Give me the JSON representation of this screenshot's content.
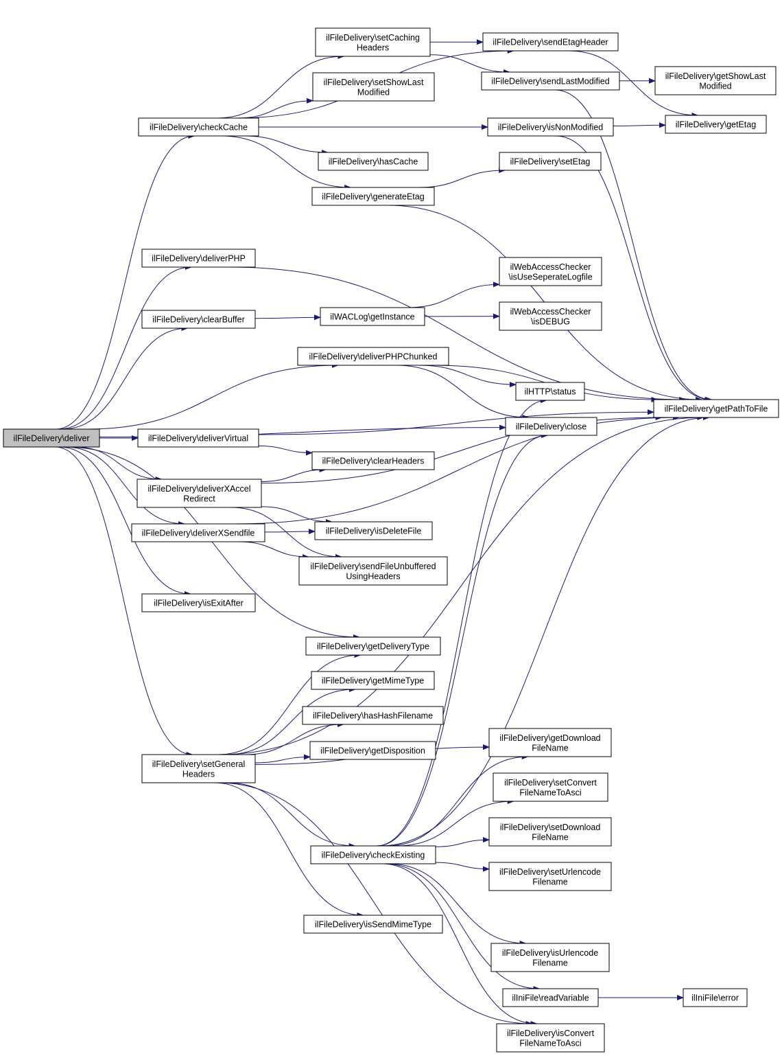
{
  "nodes": [
    {
      "id": "deliver",
      "lines": [
        "ilFileDelivery\\deliver"
      ],
      "root": true
    },
    {
      "id": "checkCache",
      "lines": [
        "ilFileDelivery\\checkCache"
      ]
    },
    {
      "id": "deliverPHP",
      "lines": [
        "ilFileDelivery\\deliverPHP"
      ]
    },
    {
      "id": "clearBuffer",
      "lines": [
        "ilFileDelivery\\clearBuffer"
      ]
    },
    {
      "id": "deliverVirtual",
      "lines": [
        "ilFileDelivery\\deliverVirtual"
      ]
    },
    {
      "id": "deliverXAccel",
      "lines": [
        "ilFileDelivery\\deliverXAccel",
        "Redirect"
      ]
    },
    {
      "id": "deliverXSendfile",
      "lines": [
        "ilFileDelivery\\deliverXSendfile"
      ]
    },
    {
      "id": "isExitAfter",
      "lines": [
        "ilFileDelivery\\isExitAfter"
      ]
    },
    {
      "id": "setGeneralHeaders",
      "lines": [
        "ilFileDelivery\\setGeneral",
        "Headers"
      ]
    },
    {
      "id": "setCachingHeaders",
      "lines": [
        "ilFileDelivery\\setCaching",
        "Headers"
      ]
    },
    {
      "id": "setShowLastModified",
      "lines": [
        "ilFileDelivery\\setShowLast",
        "Modified"
      ]
    },
    {
      "id": "hasCache",
      "lines": [
        "ilFileDelivery\\hasCache"
      ]
    },
    {
      "id": "generateEtag",
      "lines": [
        "ilFileDelivery\\generateEtag"
      ]
    },
    {
      "id": "getInstance",
      "lines": [
        "ilWACLog\\getInstance"
      ]
    },
    {
      "id": "deliverPHPChunked",
      "lines": [
        "ilFileDelivery\\deliverPHPChunked"
      ]
    },
    {
      "id": "clearHeaders",
      "lines": [
        "ilFileDelivery\\clearHeaders"
      ]
    },
    {
      "id": "isDeleteFile",
      "lines": [
        "ilFileDelivery\\isDeleteFile"
      ]
    },
    {
      "id": "sendFileUnbuffered",
      "lines": [
        "ilFileDelivery\\sendFileUnbuffered",
        "UsingHeaders"
      ]
    },
    {
      "id": "getDeliveryType",
      "lines": [
        "ilFileDelivery\\getDeliveryType"
      ]
    },
    {
      "id": "getMimeType",
      "lines": [
        "ilFileDelivery\\getMimeType"
      ]
    },
    {
      "id": "hasHashFilename",
      "lines": [
        "ilFileDelivery\\hasHashFilename"
      ]
    },
    {
      "id": "getDisposition",
      "lines": [
        "ilFileDelivery\\getDisposition"
      ]
    },
    {
      "id": "checkExisting",
      "lines": [
        "ilFileDelivery\\checkExisting"
      ]
    },
    {
      "id": "isSendMimeType",
      "lines": [
        "ilFileDelivery\\isSendMimeType"
      ]
    },
    {
      "id": "sendEtagHeader",
      "lines": [
        "ilFileDelivery\\sendEtagHeader"
      ]
    },
    {
      "id": "sendLastModified",
      "lines": [
        "ilFileDelivery\\sendLastModified"
      ]
    },
    {
      "id": "isNonModified",
      "lines": [
        "ilFileDelivery\\isNonModified"
      ]
    },
    {
      "id": "setEtag",
      "lines": [
        "ilFileDelivery\\setEtag"
      ]
    },
    {
      "id": "isUseSeperateLogfile",
      "lines": [
        "ilWebAccessChecker",
        "\\isUseSeperateLogfile"
      ]
    },
    {
      "id": "isDEBUG",
      "lines": [
        "ilWebAccessChecker",
        "\\isDEBUG"
      ]
    },
    {
      "id": "httpStatus",
      "lines": [
        "ilHTTP\\status"
      ]
    },
    {
      "id": "close",
      "lines": [
        "ilFileDelivery\\close"
      ]
    },
    {
      "id": "getDownloadFileName",
      "lines": [
        "ilFileDelivery\\getDownload",
        "FileName"
      ]
    },
    {
      "id": "setConvertFileNameToAsci",
      "lines": [
        "ilFileDelivery\\setConvert",
        "FileNameToAsci"
      ]
    },
    {
      "id": "setDownloadFileName",
      "lines": [
        "ilFileDelivery\\setDownload",
        "FileName"
      ]
    },
    {
      "id": "setUrlencodeFilename",
      "lines": [
        "ilFileDelivery\\setUrlencode",
        "Filename"
      ]
    },
    {
      "id": "isUrlencodeFilename",
      "lines": [
        "ilFileDelivery\\isUrlencode",
        "Filename"
      ]
    },
    {
      "id": "readVariable",
      "lines": [
        "ilIniFile\\readVariable"
      ]
    },
    {
      "id": "isConvertFileNameToAsci",
      "lines": [
        "ilFileDelivery\\isConvert",
        "FileNameToAsci"
      ]
    },
    {
      "id": "getShowLastModified",
      "lines": [
        "ilFileDelivery\\getShowLast",
        "Modified"
      ]
    },
    {
      "id": "getEtag",
      "lines": [
        "ilFileDelivery\\getEtag"
      ]
    },
    {
      "id": "getPathToFile",
      "lines": [
        "ilFileDelivery\\getPathToFile"
      ]
    },
    {
      "id": "iniError",
      "lines": [
        "ilIniFile\\error"
      ]
    }
  ],
  "edges": [
    [
      "deliver",
      "checkCache"
    ],
    [
      "deliver",
      "deliverPHP"
    ],
    [
      "deliver",
      "clearBuffer"
    ],
    [
      "deliver",
      "deliverPHPChunked"
    ],
    [
      "deliver",
      "close"
    ],
    [
      "deliver",
      "deliverVirtual"
    ],
    [
      "deliver",
      "deliverXAccel"
    ],
    [
      "deliver",
      "deliverXSendfile"
    ],
    [
      "deliver",
      "getDeliveryType"
    ],
    [
      "deliver",
      "isExitAfter"
    ],
    [
      "deliver",
      "setGeneralHeaders"
    ],
    [
      "checkCache",
      "sendEtagHeader"
    ],
    [
      "checkCache",
      "setCachingHeaders"
    ],
    [
      "checkCache",
      "setShowLastModified"
    ],
    [
      "checkCache",
      "isNonModified"
    ],
    [
      "checkCache",
      "hasCache"
    ],
    [
      "checkCache",
      "generateEtag"
    ],
    [
      "setCachingHeaders",
      "sendEtagHeader"
    ],
    [
      "setCachingHeaders",
      "sendLastModified"
    ],
    [
      "sendEtagHeader",
      "getEtag"
    ],
    [
      "sendLastModified",
      "getShowLastModified"
    ],
    [
      "sendLastModified",
      "getPathToFile"
    ],
    [
      "isNonModified",
      "getEtag"
    ],
    [
      "isNonModified",
      "getPathToFile"
    ],
    [
      "generateEtag",
      "setEtag"
    ],
    [
      "generateEtag",
      "getPathToFile"
    ],
    [
      "deliverPHP",
      "getPathToFile"
    ],
    [
      "clearBuffer",
      "getInstance"
    ],
    [
      "getInstance",
      "isUseSeperateLogfile"
    ],
    [
      "getInstance",
      "isDEBUG"
    ],
    [
      "deliverPHPChunked",
      "getPathToFile"
    ],
    [
      "deliverPHPChunked",
      "httpStatus"
    ],
    [
      "deliverPHPChunked",
      "close"
    ],
    [
      "deliverVirtual",
      "getPathToFile"
    ],
    [
      "deliverVirtual",
      "clearHeaders"
    ],
    [
      "deliverXAccel",
      "clearHeaders"
    ],
    [
      "deliverXAccel",
      "getPathToFile"
    ],
    [
      "deliverXAccel",
      "isDeleteFile"
    ],
    [
      "deliverXAccel",
      "sendFileUnbuffered"
    ],
    [
      "deliverXSendfile",
      "isDeleteFile"
    ],
    [
      "deliverXSendfile",
      "sendFileUnbuffered"
    ],
    [
      "deliverXSendfile",
      "getPathToFile"
    ],
    [
      "setGeneralHeaders",
      "getDeliveryType"
    ],
    [
      "setGeneralHeaders",
      "getMimeType"
    ],
    [
      "setGeneralHeaders",
      "hasHashFilename"
    ],
    [
      "setGeneralHeaders",
      "getDisposition"
    ],
    [
      "setGeneralHeaders",
      "getPathToFile"
    ],
    [
      "setGeneralHeaders",
      "getDownloadFileName"
    ],
    [
      "setGeneralHeaders",
      "checkExisting"
    ],
    [
      "setGeneralHeaders",
      "isSendMimeType"
    ],
    [
      "setGeneralHeaders",
      "isConvertFileNameToAsci"
    ],
    [
      "checkExisting",
      "httpStatus"
    ],
    [
      "checkExisting",
      "close"
    ],
    [
      "checkExisting",
      "getDownloadFileName"
    ],
    [
      "checkExisting",
      "setConvertFileNameToAsci"
    ],
    [
      "checkExisting",
      "setDownloadFileName"
    ],
    [
      "checkExisting",
      "setUrlencodeFilename"
    ],
    [
      "checkExisting",
      "getPathToFile"
    ],
    [
      "checkExisting",
      "isUrlencodeFilename"
    ],
    [
      "checkExisting",
      "readVariable"
    ],
    [
      "checkExisting",
      "isConvertFileNameToAsci"
    ],
    [
      "readVariable",
      "iniError"
    ]
  ]
}
